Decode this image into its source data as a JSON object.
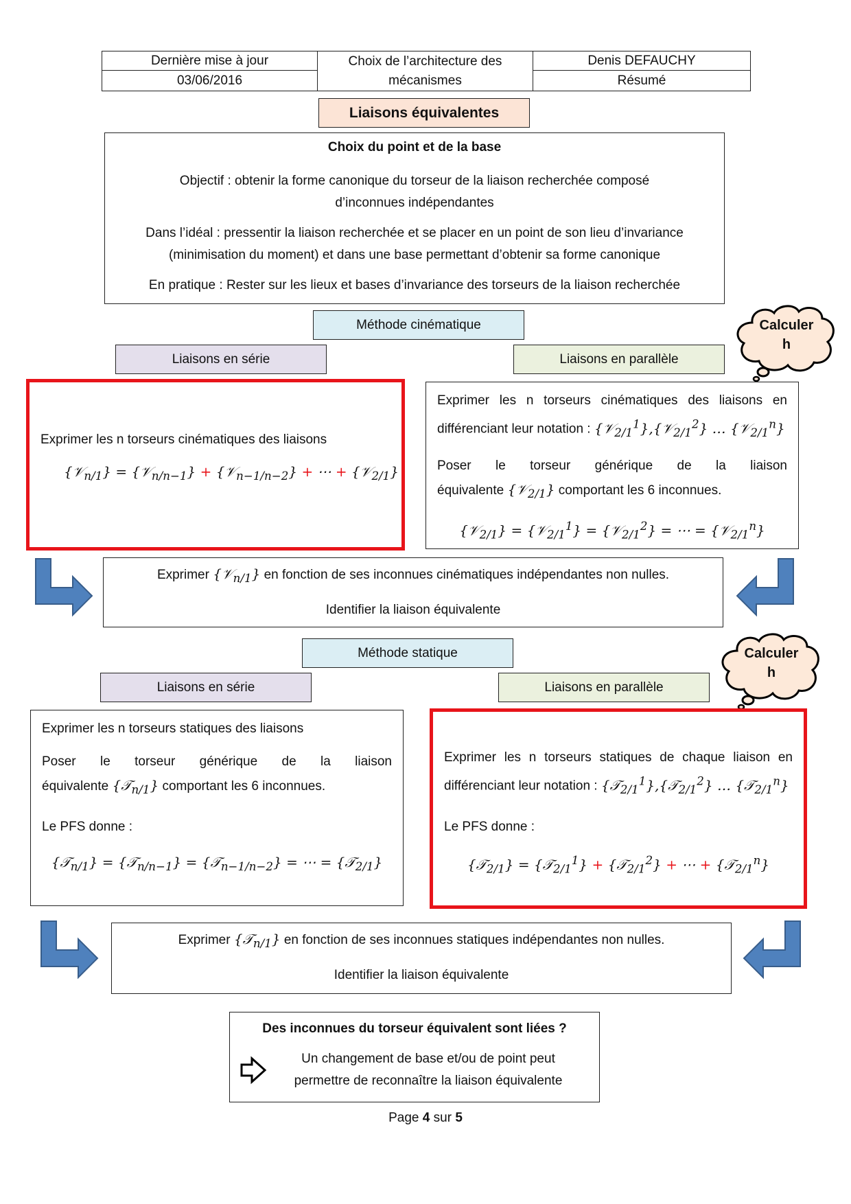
{
  "header": {
    "update_label": "Dernière mise à jour",
    "date": "03/06/2016",
    "title": "Choix de l’architecture des mécanismes",
    "author": "Denis DEFAUCHY",
    "doc_type": "Résumé"
  },
  "section_title": "Liaisons équivalentes",
  "choice": {
    "title": "Choix du point et de la base",
    "objective": "Objectif : obtenir la forme canonique du torseur de la liaison recherchée composé d’inconnues indépendantes",
    "ideal": "Dans l’idéal : pressentir la liaison recherchée et se placer en un point de son lieu d’invariance (minimisation du moment) et dans une base permettant d’obtenir sa forme canonique",
    "practice": "En pratique : Rester sur les lieux et bases d’invariance des torseurs de la liaison recherchée"
  },
  "cloud": {
    "line1": "Calculer",
    "line2": "h"
  },
  "kinematic": {
    "method": "Méthode cinématique",
    "series_label": "Liaisons en série",
    "parallel_label": "Liaisons en parallèle",
    "series_text": "Exprimer les n torseurs cinématiques des liaisons",
    "parallel_text1_a": "Exprimer les n torseurs cinématiques des liaisons en",
    "parallel_text1_b": "différenciant leur notation :",
    "parallel_text2_a": "Poser le torseur générique de la liaison",
    "parallel_text2_b": "équivalente",
    "parallel_text2_c": "comportant les 6 inconnues.",
    "result_a": "Exprimer",
    "result_b": "en fonction de ses inconnues cinématiques indépendantes non nulles.",
    "identify": "Identifier la liaison équivalente"
  },
  "static": {
    "method": "Méthode statique",
    "series_label": "Liaisons en série",
    "parallel_label": "Liaisons en parallèle",
    "series_text1": "Exprimer les n torseurs statiques des liaisons",
    "series_text2_a": "Poser le torseur générique de la liaison",
    "series_text2_b": "équivalente",
    "series_text2_c": "comportant les 6 inconnues.",
    "pfs": "Le PFS donne :",
    "parallel_text1_a": "Exprimer les n torseurs statiques de chaque liaison en",
    "parallel_text1_b": "différenciant leur notation :",
    "result_a": "Exprimer",
    "result_b": "en fonction de ses inconnues statiques indépendantes non nulles.",
    "identify": "Identifier la liaison équivalente"
  },
  "note": {
    "title": "Des inconnues du torseur équivalent sont liées ?",
    "text": "Un changement de base et/ou de point peut permettre de reconnaître la liaison équivalente"
  },
  "footer": {
    "page_label": "Page",
    "page": "4",
    "sep": "sur",
    "total": "5"
  },
  "colors": {
    "section_title_bg": "#fce4d6",
    "method_bg": "#dbeef4",
    "series_bg": "#e4dfec",
    "parallel_bg": "#ebf1de",
    "cloud_bg": "#fde9d9",
    "highlight_border": "#e8141a",
    "arrow_fill": "#4f81bd",
    "arrow_stroke": "#385d8a"
  }
}
